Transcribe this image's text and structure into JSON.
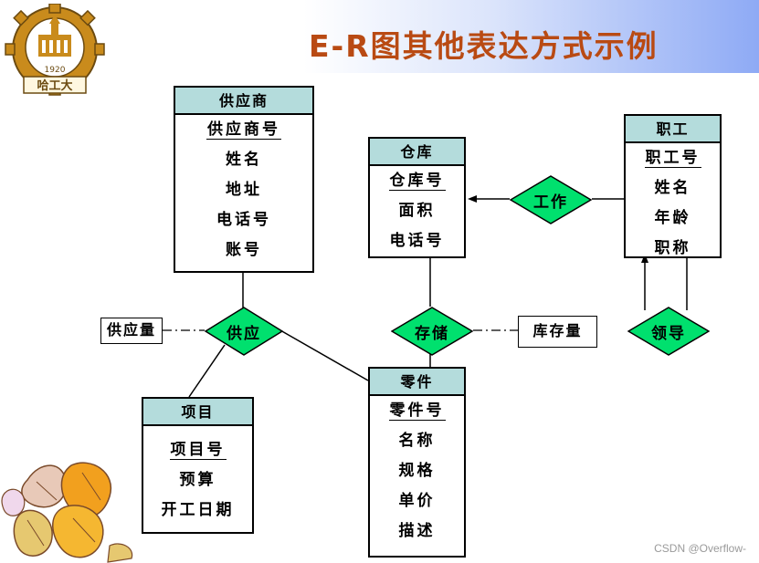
{
  "slide": {
    "title": "E-R图其他表达方式示例",
    "logo_year": "1920",
    "logo_text": "哈工大",
    "watermark": "CSDN @Overflow-"
  },
  "entities": {
    "supplier": {
      "name": "供应商",
      "attributes": [
        "供应商号",
        "姓名",
        "地址",
        "电话号",
        "账号"
      ]
    },
    "warehouse": {
      "name": "仓库",
      "attributes": [
        "仓库号",
        "面积",
        "电话号"
      ]
    },
    "employee": {
      "name": "职工",
      "attributes": [
        "职工号",
        "姓名",
        "年龄",
        "职称"
      ]
    },
    "project": {
      "name": "项目",
      "attributes": [
        "项目号",
        "预算",
        "开工日期"
      ]
    },
    "part": {
      "name": "零件",
      "attributes": [
        "零件号",
        "名称",
        "规格",
        "单价",
        "描述"
      ]
    }
  },
  "relationships": {
    "supply": {
      "name": "供应",
      "attribute": "供应量"
    },
    "store": {
      "name": "存储",
      "attribute": "库存量"
    },
    "work": {
      "name": "工作"
    },
    "lead": {
      "name": "领导"
    }
  },
  "colors": {
    "entity_header": "#b4dcdc",
    "relationship_fill": "#00e06e",
    "title": "#b94a13",
    "header_gradient_end": "#8eaaf5"
  }
}
